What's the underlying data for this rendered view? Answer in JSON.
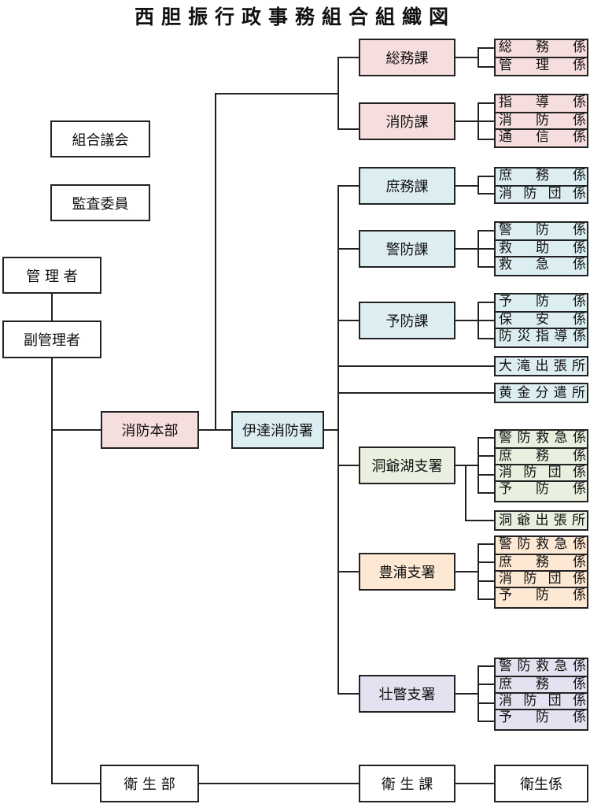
{
  "title": "西胆振行政事務組合組織図",
  "colors": {
    "pink": "#f7dede",
    "blue": "#ddeef3",
    "green": "#e9f0df",
    "orange": "#fde8d4",
    "purple": "#e4e2f0"
  },
  "left": {
    "assembly": "組合議会",
    "auditor": "監査委員",
    "manager": "管 理 者",
    "vice_manager": "副管理者"
  },
  "hq": "消防本部",
  "station": "伊達消防署",
  "sanitation_dept": "衛 生 部",
  "sanitation_section": "衛 生 課",
  "sanitation_unit": "衛生係",
  "sections": {
    "somu": {
      "name": "総務課",
      "units": [
        "総務係",
        "管理係"
      ]
    },
    "shobo": {
      "name": "消防課",
      "units": [
        "指導係",
        "消防係",
        "通信係"
      ]
    },
    "shomu": {
      "name": "庶務課",
      "units": [
        "庶務係",
        "消防団係"
      ]
    },
    "keibo": {
      "name": "警防課",
      "units": [
        "警防係",
        "救助係",
        "救急係"
      ]
    },
    "yobo": {
      "name": "予防課",
      "units": [
        "予防係",
        "保安係",
        "防災指導係"
      ]
    },
    "otaki": "大滝出張所",
    "kogane": "黄金分遣所",
    "toya": {
      "name": "洞爺湖支署",
      "units": [
        "警防救急係",
        "庶務係",
        "消防団係",
        "予防係"
      ],
      "branch": "洞爺出張所"
    },
    "toyoura": {
      "name": "豊浦支署",
      "units": [
        "警防救急係",
        "庶務係",
        "消防団係",
        "予防係"
      ]
    },
    "sobetsu": {
      "name": "壮瞥支署",
      "units": [
        "警防救急係",
        "庶務係",
        "消防団係",
        "予防係"
      ]
    }
  }
}
